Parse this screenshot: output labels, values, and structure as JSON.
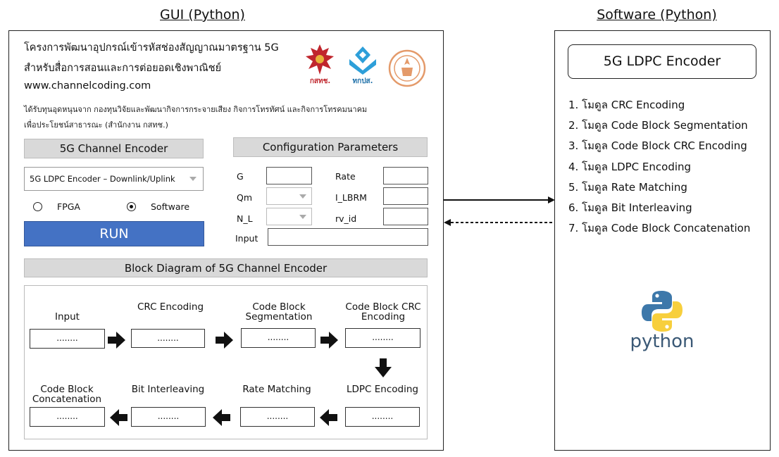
{
  "titles": {
    "gui": "GUI (Python)",
    "software": "Software (Python)"
  },
  "gui": {
    "project_line1": "โครงการพัฒนาอุปกรณ์เข้ารหัสช่องสัญญาณมาตรฐาน 5G",
    "project_line2": "สำหรับสื่อการสอนและการต่อยอดเชิงพาณิชย์",
    "website": "www.channelcoding.com",
    "funding_line1": "ได้รับทุนอุดหนุนจาก กองทุนวิจัยและพัฒนากิจการกระจายเสียง กิจการโทรทัศน์ และกิจการโทรคมนาคม",
    "funding_line2": "เพื่อประโยชน์สาธารณะ (สำนักงาน กสทช.)",
    "logos": {
      "logo1": "กสทช.",
      "logo2": "ทกปส."
    },
    "encoder_header": "5G Channel Encoder",
    "encoder_select": "5G LDPC Encoder – Downlink/Uplink",
    "radio_fpga": "FPGA",
    "radio_software": "Software",
    "selected_mode": "Software",
    "run_label": "RUN",
    "config_header": "Configuration Parameters",
    "params": {
      "g": "G",
      "qm": "Qm",
      "nl": "N_L",
      "input": "Input",
      "rate": "Rate",
      "lbrm": "I_LBRM",
      "rvid": "rv_id"
    },
    "diagram_header": "Block Diagram of 5G Channel Encoder",
    "blocks": {
      "input": "Input",
      "crc": "CRC Encoding",
      "seg": "Code Block Segmentation",
      "cbcrc": "Code Block CRC Encoding",
      "ldpc": "LDPC Encoding",
      "rm": "Rate Matching",
      "bi": "Bit Interleaving",
      "concat": "Code Block Concatenation"
    },
    "box_placeholder": "........"
  },
  "software": {
    "header": "5G LDPC Encoder",
    "modules": [
      "1.  โมดูล CRC Encoding",
      "2.  โมดูล Code Block Segmentation",
      "3.  โมดูล Code Block CRC Encoding",
      "4.  โมดูล LDPC Encoding",
      "5.  โมดูล Rate Matching",
      "6.  โมดูล Bit Interleaving",
      "7.  โมดูล Code Block Concatenation"
    ],
    "python_label": "python"
  },
  "colors": {
    "run_blue": "#4472c4",
    "header_gray": "#d9d9d9",
    "python_blue": "#3d78aa",
    "python_yellow": "#f7cf3d",
    "ntbc_red": "#c0262d",
    "tpbs_blue": "#2d9fd9"
  }
}
